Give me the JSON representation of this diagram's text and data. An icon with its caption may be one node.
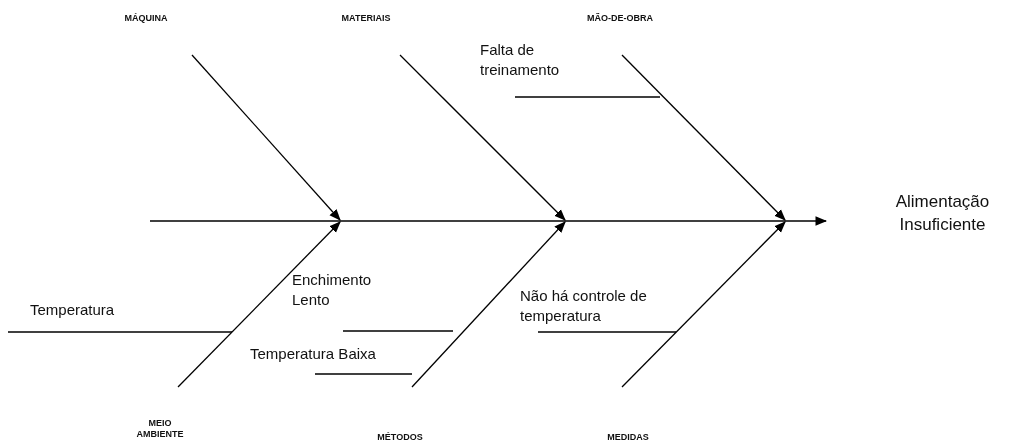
{
  "diagram": {
    "nodes": [
      {
        "text": [
          "MÁQUINA"
        ]
      },
      {
        "text": [
          "MATERIAIS"
        ]
      },
      {
        "text": [
          "MÃO-DE-OBRA"
        ]
      },
      {
        "text": [
          "Falta de treinamento"
        ]
      },
      {
        "text": [
          "Alimentação Insuficiente"
        ]
      },
      {
        "text": [
          "Enchimento Lento"
        ]
      },
      {
        "text": [
          "Temperatura"
        ]
      },
      {
        "text": [
          "Não há controle de temperatura"
        ]
      },
      {
        "text": [
          "Temperatura Baixa"
        ]
      },
      {
        "text": [
          "MEIO AMBIENTE"
        ]
      },
      {
        "text": [
          "MÉTODOS"
        ]
      },
      {
        "text": [
          "MEDIDAS"
        ]
      }
    ],
    "edges": [
      {
        "from": 0,
        "to": null,
        "arrow": "to"
      },
      {
        "from": 1,
        "to": null,
        "arrow": "to"
      },
      {
        "from": 2,
        "to": null,
        "arrow": "to"
      },
      {
        "from": 9,
        "to": null,
        "arrow": "to"
      },
      {
        "from": 10,
        "to": null,
        "arrow": "to"
      },
      {
        "from": 11,
        "to": null,
        "arrow": "to"
      },
      {
        "from": null,
        "to": 4,
        "arrow": "to"
      },
      {
        "from": 3,
        "to": null,
        "arrow": "none"
      },
      {
        "from": 6,
        "to": null,
        "arrow": "none"
      },
      {
        "from": 5,
        "to": null,
        "arrow": "none"
      },
      {
        "from": 8,
        "to": null,
        "arrow": "none"
      },
      {
        "from": 7,
        "to": null,
        "arrow": "none"
      }
    ]
  }
}
